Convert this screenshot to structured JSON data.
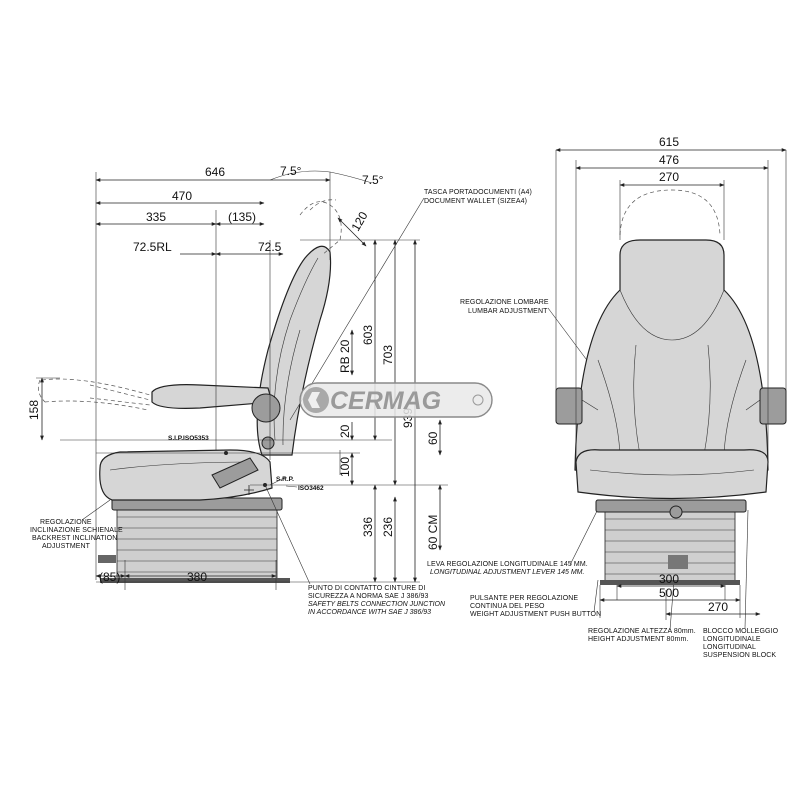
{
  "brand": {
    "logo_text": "CERMAG"
  },
  "side_dims": {
    "d646": "646",
    "d470": "470",
    "d335": "335",
    "d135": "(135)",
    "d72rl": "72.5RL",
    "d72": "72.5",
    "ang1": "7.5°",
    "ang2": "7.5°",
    "d120": "120",
    "d603": "603",
    "d703": "703",
    "d939": "939",
    "rb20": "RB 20",
    "d20": "20",
    "d60": "60",
    "d100": "100",
    "d336": "336",
    "d236": "236",
    "d60cm": "60  CM",
    "d158": "158",
    "d85": "(85)",
    "d380": "380"
  },
  "side_marks": {
    "sip": "S.I.P.ISO5353",
    "srp": "S.R.P.",
    "iso": "ISO3462"
  },
  "front_dims": {
    "d615": "615",
    "d476": "476",
    "d270top": "270",
    "d300": "300",
    "d500": "500",
    "d270bot": "270"
  },
  "labels": {
    "wallet": [
      "TASCA PORTADOCUMENTI (A4)",
      "DOCUMENT WALLET (SIZEA4)"
    ],
    "lumbar": [
      "REGOLAZIONE  LOMBARE",
      "LUMBAR  ADJUSTMENT"
    ],
    "backrest": [
      "REGOLAZIONE",
      "INCLINAZIONE SCHIENALE",
      "BACKREST INCLINATION",
      "ADJUSTMENT"
    ],
    "belts_it": [
      "PUNTO DI CONTATTO CINTURE DI",
      "SICUREZZA A NORMA SAE J 386/93"
    ],
    "belts_en": [
      "SAFETY BELTS CONNECTION JUNCTION",
      "IN ACCORDANCE WITH SAE J 386/93"
    ],
    "lever_it": "LEVA REGOLAZIONE LONGITUDINALE 145 MM.",
    "lever_en": "LONGITUDINAL ADJUSTMENT LEVER 145 MM.",
    "weight": [
      "PULSANTE PER REGOLAZIONE",
      "CONTINUA DEL PESO",
      "WEIGHT ADJUSTMENT PUSH BUTTON"
    ],
    "height": [
      "REGOLAZIONE ALTEZZA 80mm.",
      "HEIGHT  ADJUSTMENT 80mm."
    ],
    "block": [
      "BLOCCO MOLLEGGIO",
      "LONGITUDINALE",
      "LONGITUDINAL",
      "SUSPENSION BLOCK"
    ]
  }
}
